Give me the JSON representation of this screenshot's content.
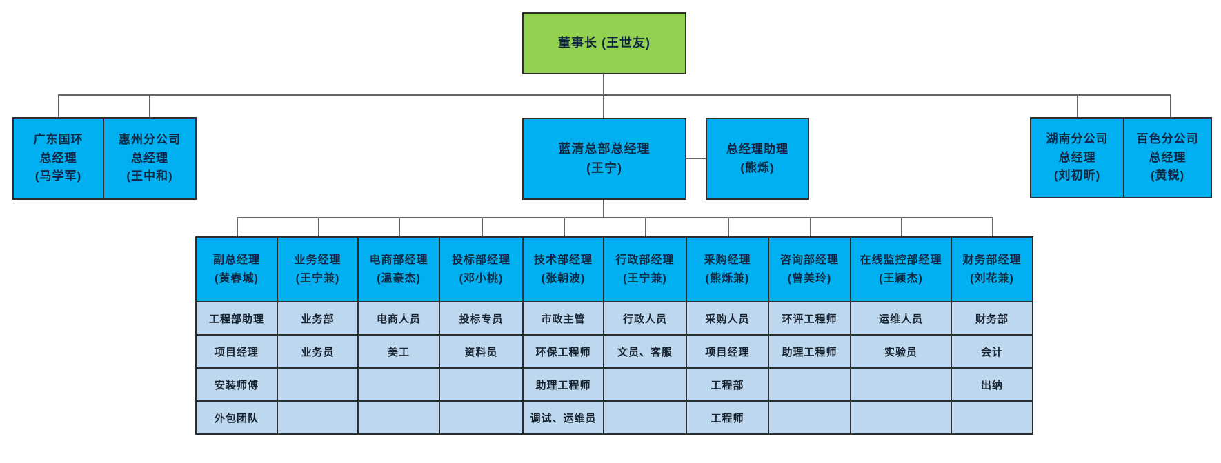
{
  "colors": {
    "background": "#ffffff",
    "chairman_fill": "#92d050",
    "manager_fill": "#00b0f0",
    "staff_fill": "#bdd7ee",
    "box_border": "#2e2e2e",
    "grid_border": "#2e2e2e",
    "connector": "#666666",
    "text": "#10263f"
  },
  "chairman": {
    "label": "董事长 (王世友)"
  },
  "level2": {
    "boxes": [
      "广东国环\n总经理\n(马学军)",
      "惠州分公司\n总经理\n(王中和)",
      "蓝清总部总经理\n(王宁)",
      "总经理助理\n(熊烁)",
      "湖南分公司\n总经理\n(刘初昕)",
      "百色分公司\n总经理\n(黄锐)"
    ]
  },
  "org_table": {
    "columns": [
      {
        "title": "副总经理",
        "name": "(黄春城)",
        "staff": [
          "工程部助理",
          "项目经理",
          "安装师傅",
          "外包团队"
        ]
      },
      {
        "title": "业务经理",
        "name": "(王宁兼)",
        "staff": [
          "业务部",
          "业务员",
          "",
          ""
        ]
      },
      {
        "title": "电商部经理",
        "name": "(温豪杰)",
        "staff": [
          "电商人员",
          "美工",
          "",
          ""
        ]
      },
      {
        "title": "投标部经理",
        "name": "(邓小桃)",
        "staff": [
          "投标专员",
          "资料员",
          "",
          ""
        ]
      },
      {
        "title": "技术部经理",
        "name": "(张朝波)",
        "staff": [
          "市政主管",
          "环保工程师",
          "助理工程师",
          "调试、运维员"
        ]
      },
      {
        "title": "行政部经理",
        "name": "(王宁兼)",
        "staff": [
          "行政人员",
          "文员、客服",
          "",
          ""
        ]
      },
      {
        "title": "采购经理",
        "name": "(熊烁兼)",
        "staff": [
          "采购人员",
          "项目经理",
          "工程部",
          "工程师"
        ]
      },
      {
        "title": "咨询部经理",
        "name": "(曾美玲)",
        "staff": [
          "环评工程师",
          "助理工程师",
          "",
          ""
        ]
      },
      {
        "title": "在线监控部经理",
        "name": "(王颖杰)",
        "staff": [
          "运维人员",
          "实验员",
          "",
          ""
        ]
      },
      {
        "title": "财务部经理",
        "name": "(刘花兼)",
        "staff": [
          "财务部",
          "会计",
          "出纳",
          ""
        ]
      }
    ]
  }
}
